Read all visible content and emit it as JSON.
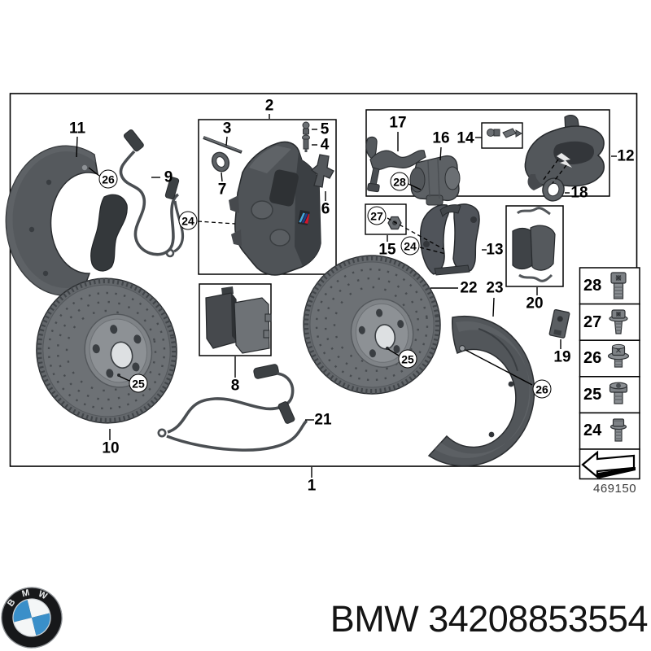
{
  "callouts": {
    "1": "1",
    "2": "2",
    "3": "3",
    "4": "4",
    "5": "5",
    "6": "6",
    "7": "7",
    "8": "8",
    "9": "9",
    "10": "10",
    "11": "11",
    "12": "12",
    "13": "13",
    "14": "14",
    "15": "15",
    "16": "16",
    "17": "17",
    "18": "18",
    "19": "19",
    "20": "20",
    "21": "21",
    "22": "22",
    "23": "23",
    "24": "24",
    "25": "25",
    "26": "26",
    "27": "27",
    "28": "28"
  },
  "sidebar": {
    "items": [
      {
        "number": "28",
        "icon": "socket-head-bolt-icon"
      },
      {
        "number": "27",
        "icon": "torx-flange-bolt-icon"
      },
      {
        "number": "26",
        "icon": "hex-washer-bolt-icon"
      },
      {
        "number": "25",
        "icon": "plug-screw-icon"
      },
      {
        "number": "24",
        "icon": "hex-flange-bolt-icon"
      }
    ],
    "direction_arrow": "direction-arrow-icon"
  },
  "drawing_number": "469150",
  "footer": {
    "logo_letters": [
      "B",
      "M",
      "W"
    ],
    "caption": "BMW 34208853554"
  },
  "colors": {
    "line": "#000000",
    "part_dark": "#3c4043",
    "part_mid": "#53575b",
    "part_body": "#5d6165",
    "part_light": "#7d8185",
    "bmw_blue": "#3a8fc9",
    "m_light_blue": "#44a7dd",
    "m_dark_blue": "#1f3e8c",
    "m_red": "#d6152c"
  }
}
